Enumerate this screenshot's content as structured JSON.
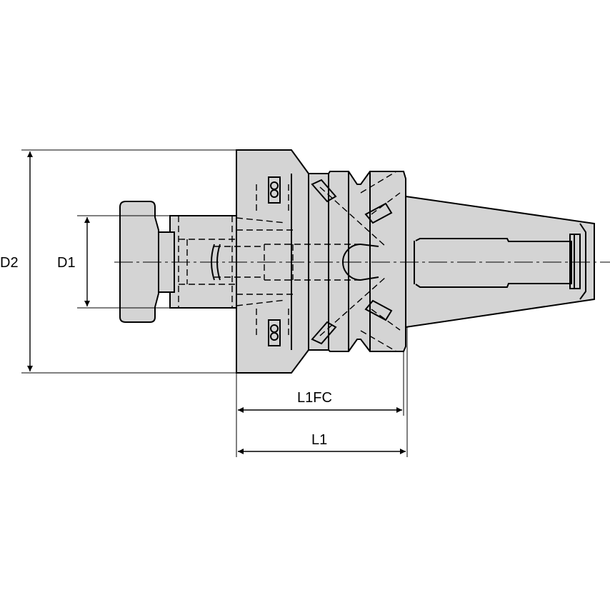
{
  "drawing": {
    "dimensions": {
      "d2": "D2",
      "d1": "D1",
      "l1fc": "L1FC",
      "l1": "L1"
    },
    "colors": {
      "body": "#d4d4d4",
      "line": "#000000",
      "background": "#ffffff"
    }
  }
}
